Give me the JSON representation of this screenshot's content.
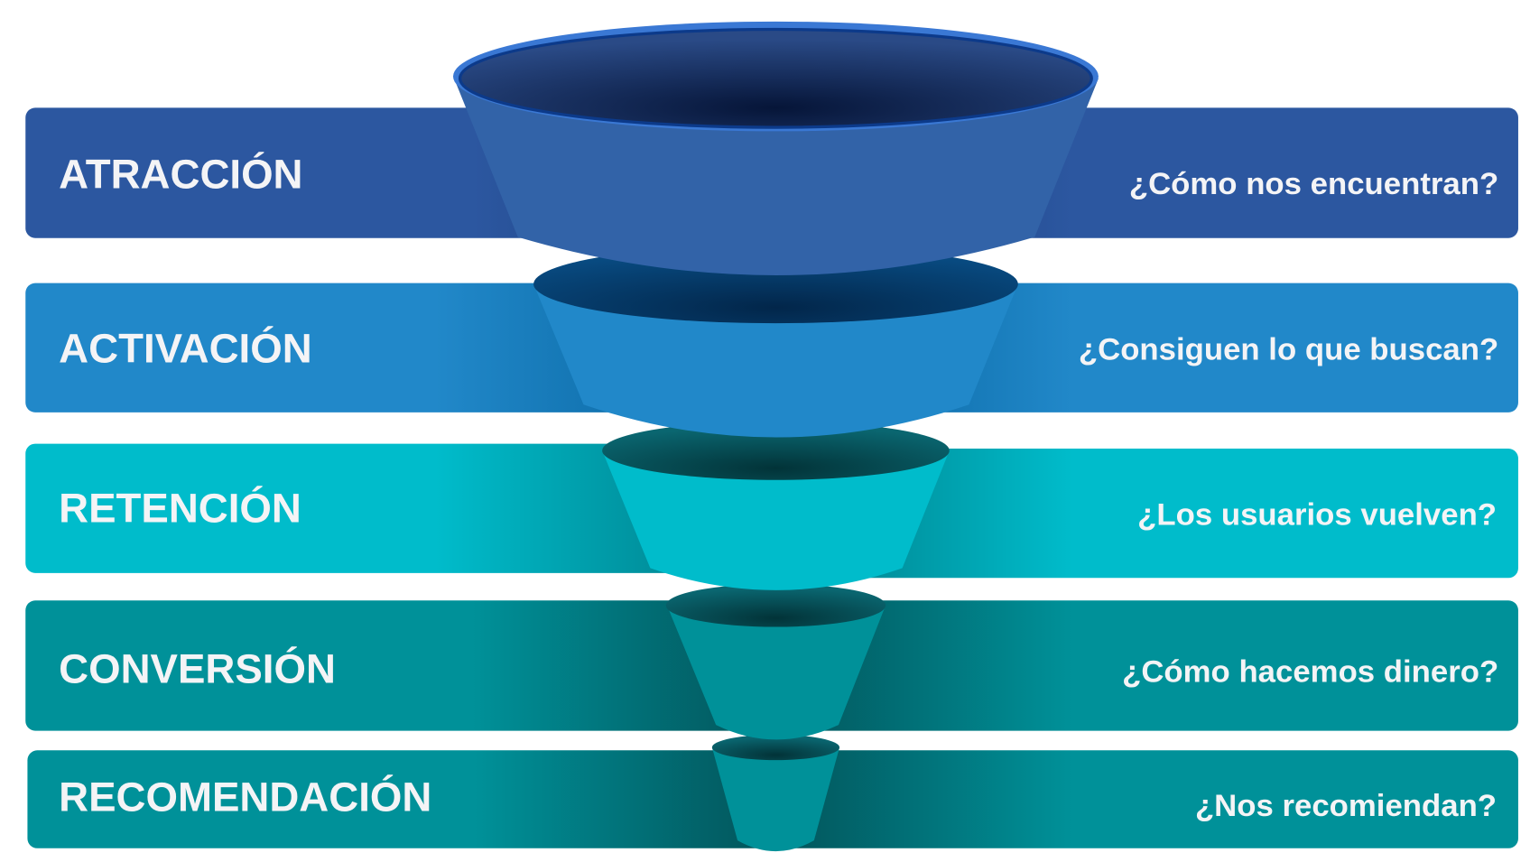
{
  "stages": [
    {
      "label": "ATRACCIÓN",
      "question": "¿Cómo nos encuentran?",
      "color": "#2c57a0",
      "dark": "#163a78"
    },
    {
      "label": "ACTIVACIÓN",
      "question": "¿Consiguen lo que buscan?",
      "color": "#2188c9",
      "dark": "#04609a"
    },
    {
      "label": "RETENCIÓN",
      "question": "¿Los usuarios vuelven?",
      "color": "#00bccb",
      "dark": "#007a85"
    },
    {
      "label": "CONVERSIÓN",
      "question": "¿Cómo hacemos dinero?",
      "color": "#009199",
      "dark": "#02545a"
    },
    {
      "label": "RECOMENDACIÓN",
      "question": "¿Nos recomiendan?",
      "color": "#009199",
      "dark": "#02545a"
    }
  ]
}
